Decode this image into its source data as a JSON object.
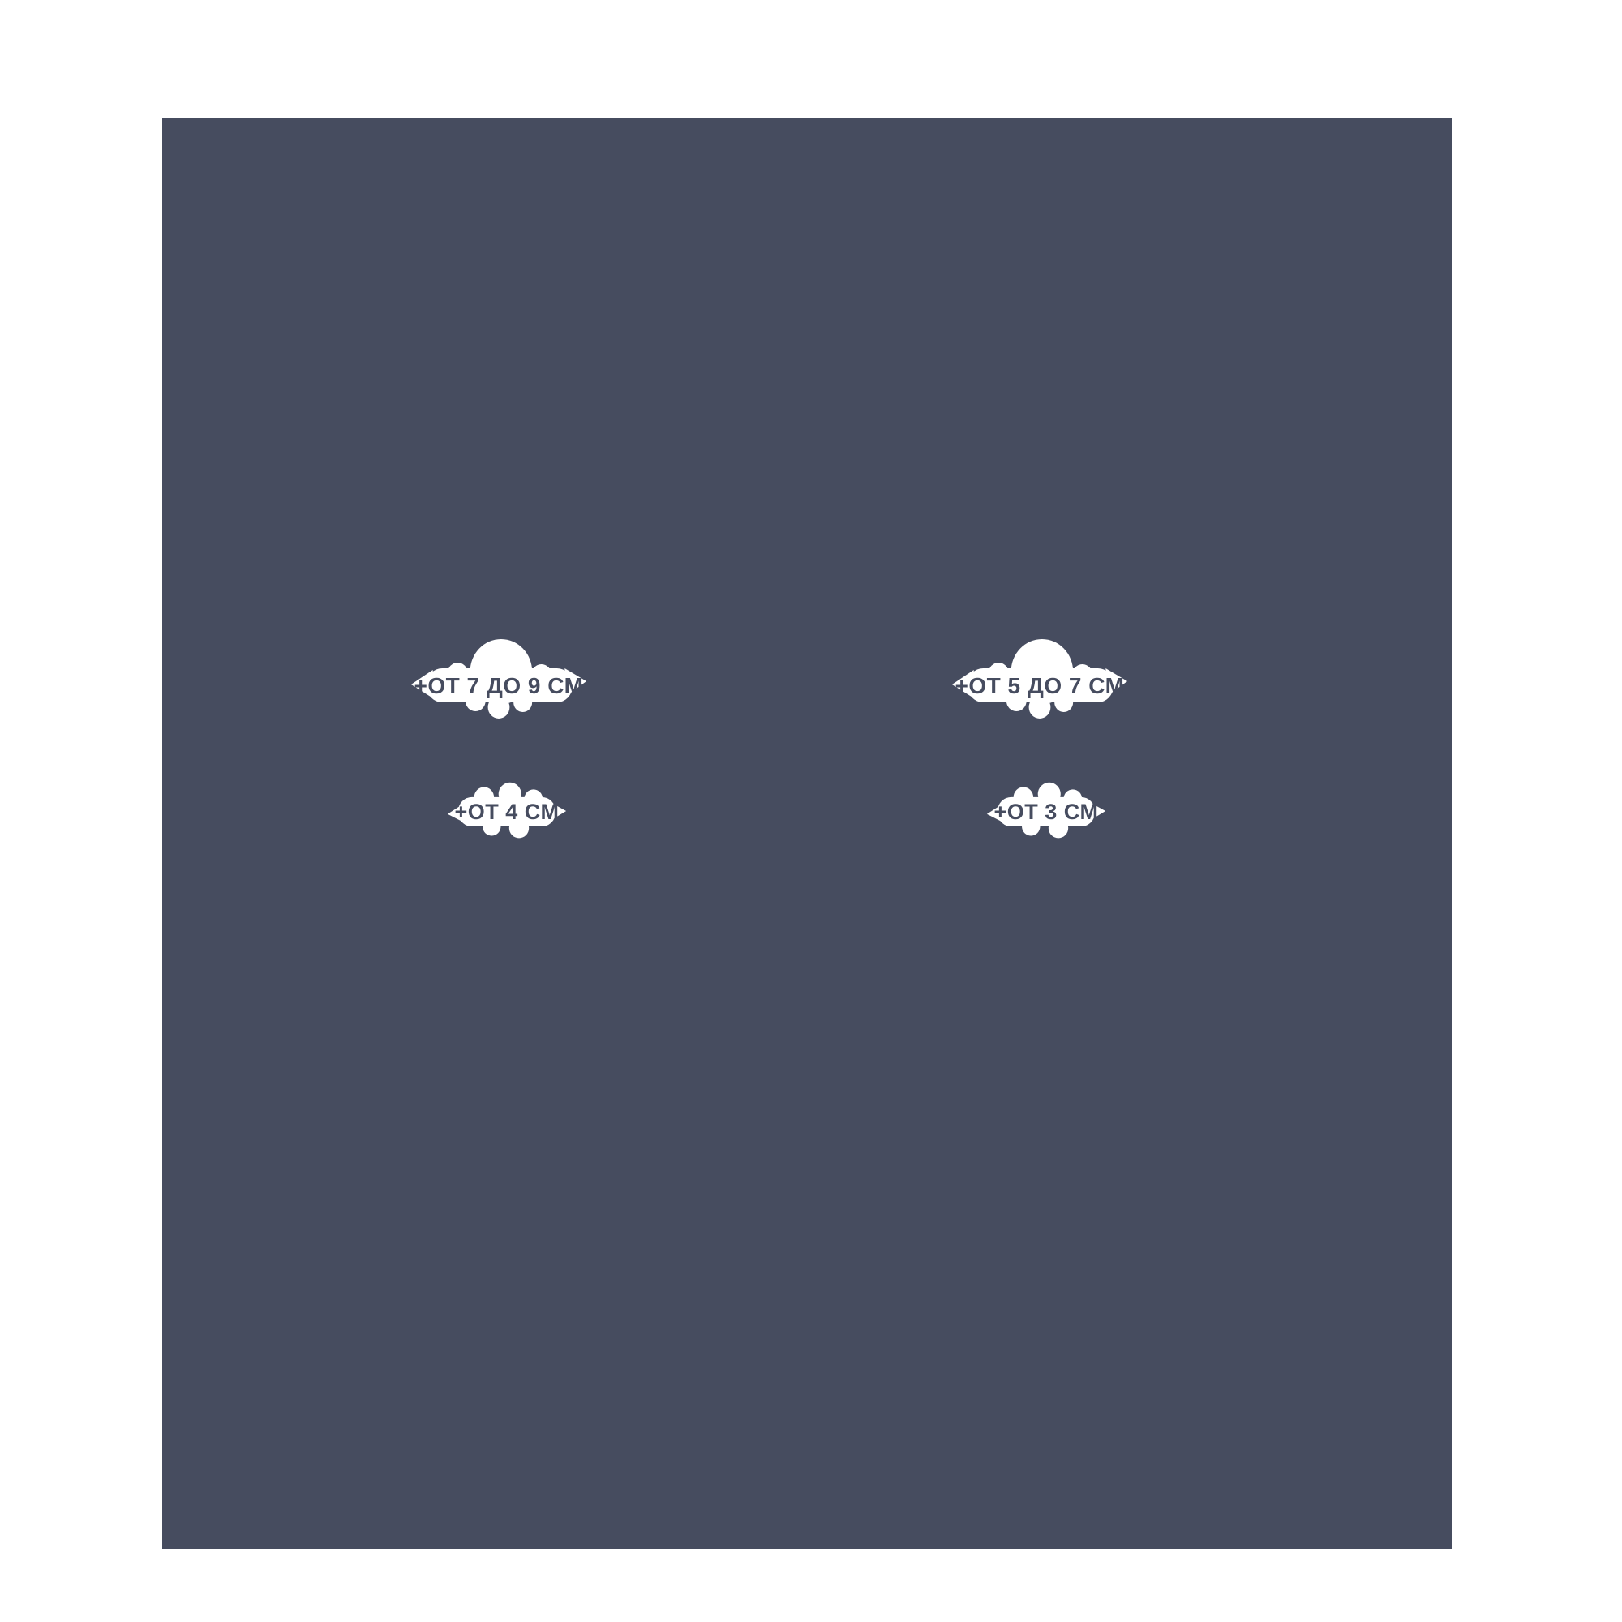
{
  "colors": {
    "page_background": "#FFFFFF",
    "panel_background": "#464C5F",
    "badge_background": "#FFFFFF",
    "badge_text": "#464C5F"
  },
  "badges": [
    {
      "text": "+ОТ 7 ДО 9 СМ"
    },
    {
      "text": "+ОТ 5 ДО 7 СМ"
    },
    {
      "text": "+ОТ 4 СМ"
    },
    {
      "text": "+ОТ 3 СМ"
    }
  ]
}
